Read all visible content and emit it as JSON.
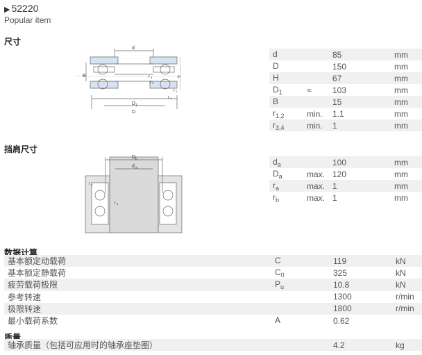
{
  "header": {
    "arrow": "▶",
    "model": "52220",
    "subtitle": "Popular item"
  },
  "sections": {
    "dimensions": "尺寸",
    "abutment": "挡肩尺寸",
    "calc": "数据计算",
    "mass": "质量"
  },
  "dimensions": [
    {
      "sym": "d",
      "sub": "",
      "q": "",
      "val": "85",
      "unit": "mm"
    },
    {
      "sym": "D",
      "sub": "",
      "q": "",
      "val": "150",
      "unit": "mm"
    },
    {
      "sym": "H",
      "sub": "",
      "q": "",
      "val": "67",
      "unit": "mm"
    },
    {
      "sym": "D",
      "sub": "1",
      "q": "≈",
      "val": "103",
      "unit": "mm"
    },
    {
      "sym": "B",
      "sub": "",
      "q": "",
      "val": "15",
      "unit": "mm"
    },
    {
      "sym": "r",
      "sub": "1,2",
      "q": "min.",
      "val": "1.1",
      "unit": "mm"
    },
    {
      "sym": "r",
      "sub": "3,4",
      "q": "min.",
      "val": "1",
      "unit": "mm"
    }
  ],
  "abutment": [
    {
      "sym": "d",
      "sub": "a",
      "q": "",
      "val": "100",
      "unit": "mm"
    },
    {
      "sym": "D",
      "sub": "a",
      "q": "max.",
      "val": "120",
      "unit": "mm"
    },
    {
      "sym": "r",
      "sub": "a",
      "q": "max.",
      "val": "1",
      "unit": "mm"
    },
    {
      "sym": "r",
      "sub": "b",
      "q": "max.",
      "val": "1",
      "unit": "mm"
    }
  ],
  "calc": [
    {
      "name": "基本额定动载荷",
      "sym": "C",
      "sub": "",
      "val": "119",
      "unit": "kN"
    },
    {
      "name": "基本额定静载荷",
      "sym": "C",
      "sub": "0",
      "val": "325",
      "unit": "kN"
    },
    {
      "name": "疲劳载荷极限",
      "sym": "P",
      "sub": "u",
      "val": "10.8",
      "unit": "kN"
    },
    {
      "name": "参考转速",
      "sym": "",
      "sub": "",
      "val": "1300",
      "unit": "r/min"
    },
    {
      "name": "极限转速",
      "sym": "",
      "sub": "",
      "val": "1800",
      "unit": "r/min"
    },
    {
      "name": "最小载荷系数",
      "sym": "A",
      "sub": "",
      "val": "0.62",
      "unit": ""
    }
  ],
  "mass": [
    {
      "name": "轴承质量（包括可应用时的轴承座垫圈）",
      "val": "4.2",
      "unit": "kg"
    }
  ],
  "drawing1_labels": {
    "d": "d",
    "H": "H",
    "B": "B",
    "D1": "D",
    "D1sub": "1",
    "D": "D",
    "r1": "r",
    "r1sub": "1",
    "r2": "r",
    "r2sub": "2",
    "r3": "r",
    "r3sub": "3",
    "r4": "r",
    "r4sub": "4"
  },
  "drawing2_labels": {
    "Db": "D",
    "Dbsub": "b",
    "da": "d",
    "dasub": "a",
    "ra": "r",
    "rasub": "a",
    "rb": "r",
    "rbsub": "b"
  }
}
